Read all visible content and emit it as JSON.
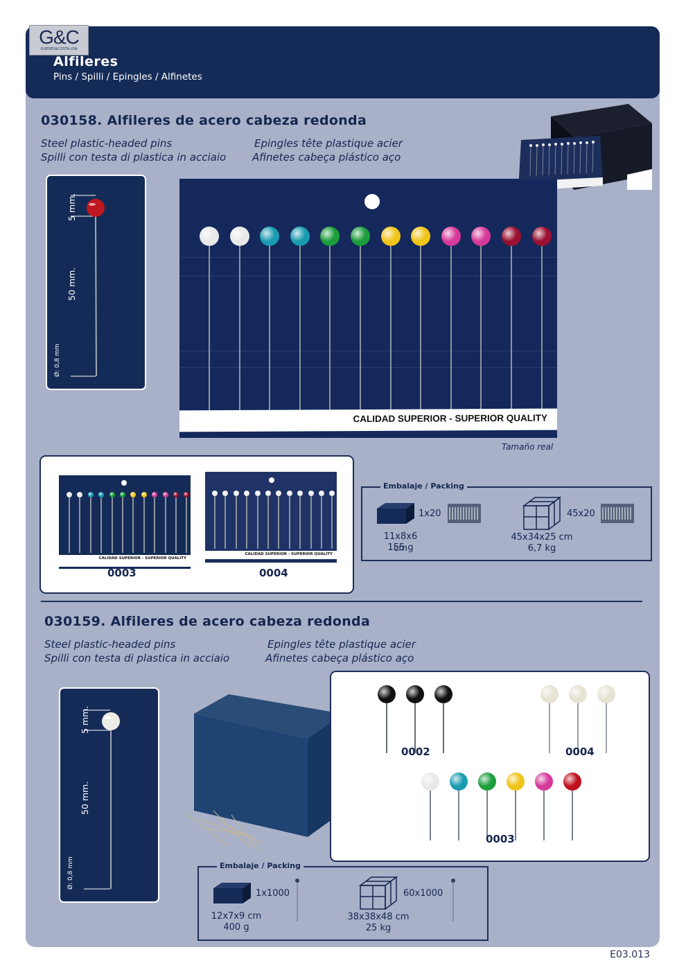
{
  "logo": {
    "text": "G&C",
    "tagline": "GUEDES&COSTA.LDA"
  },
  "header": {
    "title": "Alfileres",
    "subtitle": "Pins / Spilli / Epingles / Alfinetes"
  },
  "section1": {
    "title": "030158. Alfileres de acero cabeza redonda",
    "translations": {
      "en": "Steel plastic-headed pins",
      "it": "Spilli con testa di plastica in acciaio",
      "fr": "Epingles tête plastique acier",
      "pt": "Afinetes cabeça plástico aço"
    },
    "measure": {
      "head": "5 mm.",
      "length": "50 mm.",
      "diameter": "Ø: 0,8 mm"
    },
    "card_footer": "CALIDAD SUPERIOR - SUPERIOR QUALITY",
    "size_note": "Tamaño real",
    "pin_colors": [
      "#e8e8e8",
      "#e8e8e8",
      "#1a9bb0",
      "#1a9bb0",
      "#1c9e3c",
      "#1c9e3c",
      "#f0c419",
      "#f0c419",
      "#d6399a",
      "#d6399a",
      "#9a1030",
      "#9a1030"
    ],
    "variants": [
      {
        "code": "0003",
        "footer": "CALIDAD SUPERIOR - SUPERIOR QUALITY"
      },
      {
        "code": "0004",
        "footer": "CALIDAD SUPERIOR - SUPERIOR QUALITY"
      }
    ],
    "packing": {
      "label": "Embalaje / Packing",
      "unit": {
        "qty": "1x20",
        "dims": "11x8x6 cm",
        "weight": "155 g"
      },
      "carton": {
        "qty": "45x20",
        "dims": "45x34x25 cm",
        "weight": "6,7 kg"
      }
    }
  },
  "section2": {
    "title": "030159. Alfileres de acero cabeza redonda",
    "translations": {
      "en": "Steel plastic-headed pins",
      "it": "Spilli con testa di plastica in acciaio",
      "fr": "Epingles tête plastique acier",
      "pt": "Afinetes cabeça plástico aço"
    },
    "measure": {
      "head": "5 mm.",
      "length": "50 mm.",
      "diameter": "Ø: 0,8 mm"
    },
    "variants": [
      {
        "code": "0002",
        "colors": [
          "#111111",
          "#111111",
          "#111111"
        ]
      },
      {
        "code": "0004",
        "colors": [
          "#e6e2d4",
          "#e6e2d4",
          "#e6e2d4"
        ]
      },
      {
        "code": "0003",
        "colors": [
          "#e8e8e8",
          "#1a9bb0",
          "#1c9e3c",
          "#f0c419",
          "#d6399a",
          "#c0101e"
        ]
      }
    ],
    "packing": {
      "label": "Embalaje / Packing",
      "unit": {
        "qty": "1x1000",
        "dims": "12x7x9 cm",
        "weight": "400 g"
      },
      "carton": {
        "qty": "60x1000",
        "dims": "38x38x48 cm",
        "weight": "25 kg"
      }
    }
  },
  "footer": {
    "page_code": "E03.013"
  }
}
